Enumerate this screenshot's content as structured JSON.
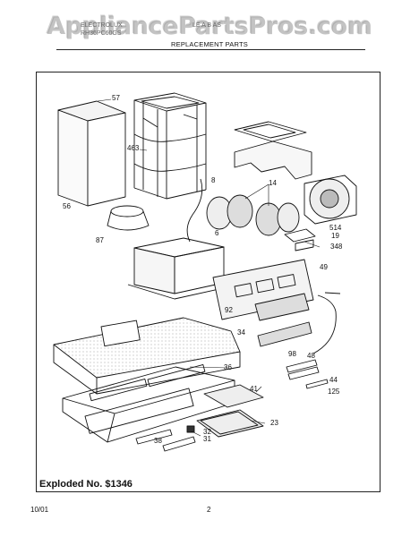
{
  "watermark": "AppliancePartsPros.com",
  "header": {
    "left_line1": "ELECTROLUX",
    "left_line2": "RH36PC60GS",
    "right_line1": "LE  A  B  AS",
    "subtitle": "REPLACEMENT PARTS"
  },
  "diagram": {
    "caption": "Exploded No. $1346",
    "part_labels": [
      "57",
      "463",
      "56",
      "87",
      "8",
      "14",
      "6",
      "514",
      "19",
      "348",
      "49",
      "92",
      "34",
      "98",
      "48",
      "36",
      "44",
      "125",
      "41",
      "23",
      "32",
      "31",
      "38"
    ]
  },
  "footer": {
    "date": "10/01",
    "page": "2"
  },
  "colors": {
    "ink": "#111111",
    "watermark": "#969696",
    "shade": "#bdbdbd"
  }
}
